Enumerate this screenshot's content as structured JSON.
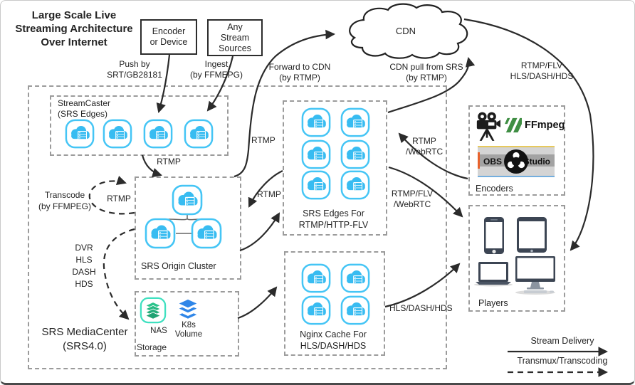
{
  "title": {
    "line1": "Large Scale Live",
    "line2": "Streaming Architecture",
    "line3": "Over Internet"
  },
  "cdn": {
    "label": "CDN"
  },
  "source_boxes": {
    "encoder": {
      "line1": "Encoder",
      "line2": "or Device"
    },
    "any_stream": {
      "line1": "Any",
      "line2": "Stream",
      "line3": "Sources"
    }
  },
  "flow_labels": {
    "push": {
      "line1": "Push by",
      "line2": "SRT/GB28181"
    },
    "ingest": {
      "line1": "Ingest",
      "line2": "(by FFMEPG)"
    },
    "forward_to_cdn": {
      "line1": "Forward to CDN",
      "line2": "(by RTMP)"
    },
    "cdn_pull": {
      "line1": "CDN pull from SRS",
      "line2": "(by RTMP)"
    },
    "cdn_delivery": {
      "line1": "RTMP/FLV",
      "line2": "HLS/DASH/HDS"
    },
    "rtmp_streamcaster_to_origin": "RTMP",
    "rtmp_origin_to_cdn": "RTMP",
    "rtmp_edges_origin": "RTMP",
    "transcode": {
      "line1": "Transcode",
      "line2": "(by FFMPEG)"
    },
    "transcode_rtmp": "RTMP",
    "dvr": {
      "line1": "DVR",
      "line2": "HLS",
      "line3": "DASH",
      "line4": "HDS"
    },
    "rtmp_webrtc": {
      "line1": "RTMP",
      "line2": "/WebRTC"
    },
    "rtmp_flv_webrtc": {
      "line1": "RTMP/FLV",
      "line2": "/WebRTC"
    },
    "hls_dash_hds": "HLS/DASH/HDS"
  },
  "media_center": {
    "label": {
      "line1": "SRS MediaCenter",
      "line2": "(SRS4.0)"
    },
    "streamcaster": {
      "title_line1": "StreamCaster",
      "title_line2": "(SRS Edges)",
      "node_count": 4
    },
    "origin_cluster": {
      "label": "SRS Origin Cluster",
      "node_count": 3
    },
    "storage": {
      "label": "Storage",
      "nas": "NAS",
      "k8s_line1": "K8s",
      "k8s_line2": "Volume"
    },
    "edges_cluster": {
      "title_line1": "SRS Edges For",
      "title_line2": "RTMP/HTTP-FLV",
      "node_count": 6
    },
    "nginx_cache": {
      "title_line1": "Nginx Cache For",
      "title_line2": "HLS/DASH/HDS",
      "node_count": 4
    }
  },
  "encoders": {
    "label": "Encoders",
    "ffmpeg": "FFmpeg",
    "obs_left": "OBS",
    "obs_right": "Studio"
  },
  "players": {
    "label": "Players"
  },
  "legend": {
    "solid": "Stream Delivery",
    "dashed": "Transmux/Transcoding"
  },
  "colors": {
    "node_blue": "#38bcf1",
    "arrow_black": "#2b2b2b",
    "dashed_gray": "#9b9b9b",
    "nas_green": "#2bc48c",
    "k8s_blue": "#2f86e8",
    "ffmpeg_green": "#3f8e43"
  }
}
